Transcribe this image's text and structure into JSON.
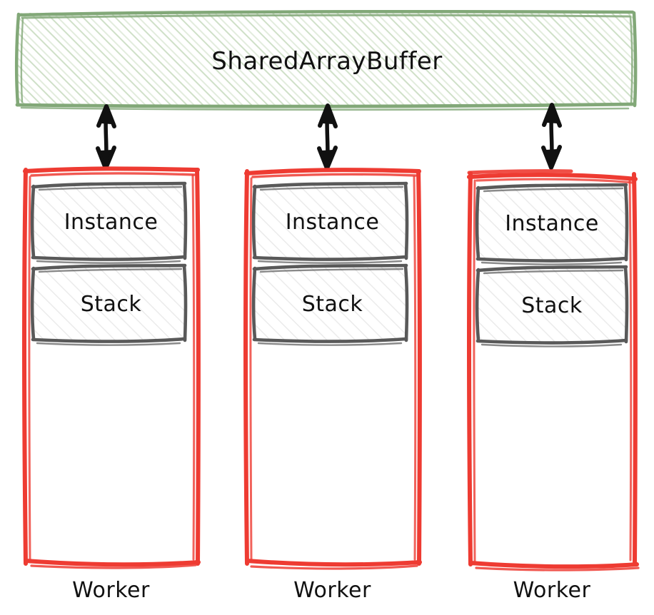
{
  "diagram": {
    "type": "architecture-sketch",
    "style": "hand-drawn",
    "background_color": "#ffffff",
    "shared_buffer": {
      "label": "SharedArrayBuffer",
      "stroke_color": "#82a878",
      "hatch_color": "#cfe0c8",
      "text_color": "#111111"
    },
    "workers": [
      {
        "label": "Worker",
        "stroke_color": "#ee3b32",
        "blocks": [
          {
            "label": "Instance"
          },
          {
            "label": "Stack"
          }
        ],
        "connector": {
          "name": "bidirectional-arrow",
          "color": "#111111"
        }
      },
      {
        "label": "Worker",
        "stroke_color": "#ee3b32",
        "blocks": [
          {
            "label": "Instance"
          },
          {
            "label": "Stack"
          }
        ],
        "connector": {
          "name": "bidirectional-arrow",
          "color": "#111111"
        }
      },
      {
        "label": "Worker",
        "stroke_color": "#ee3b32",
        "blocks": [
          {
            "label": "Instance"
          },
          {
            "label": "Stack"
          }
        ],
        "connector": {
          "name": "bidirectional-arrow",
          "color": "#111111"
        }
      }
    ],
    "inner_block_stroke_color": "#595959",
    "inner_block_hatch_color": "#ebebeb"
  }
}
